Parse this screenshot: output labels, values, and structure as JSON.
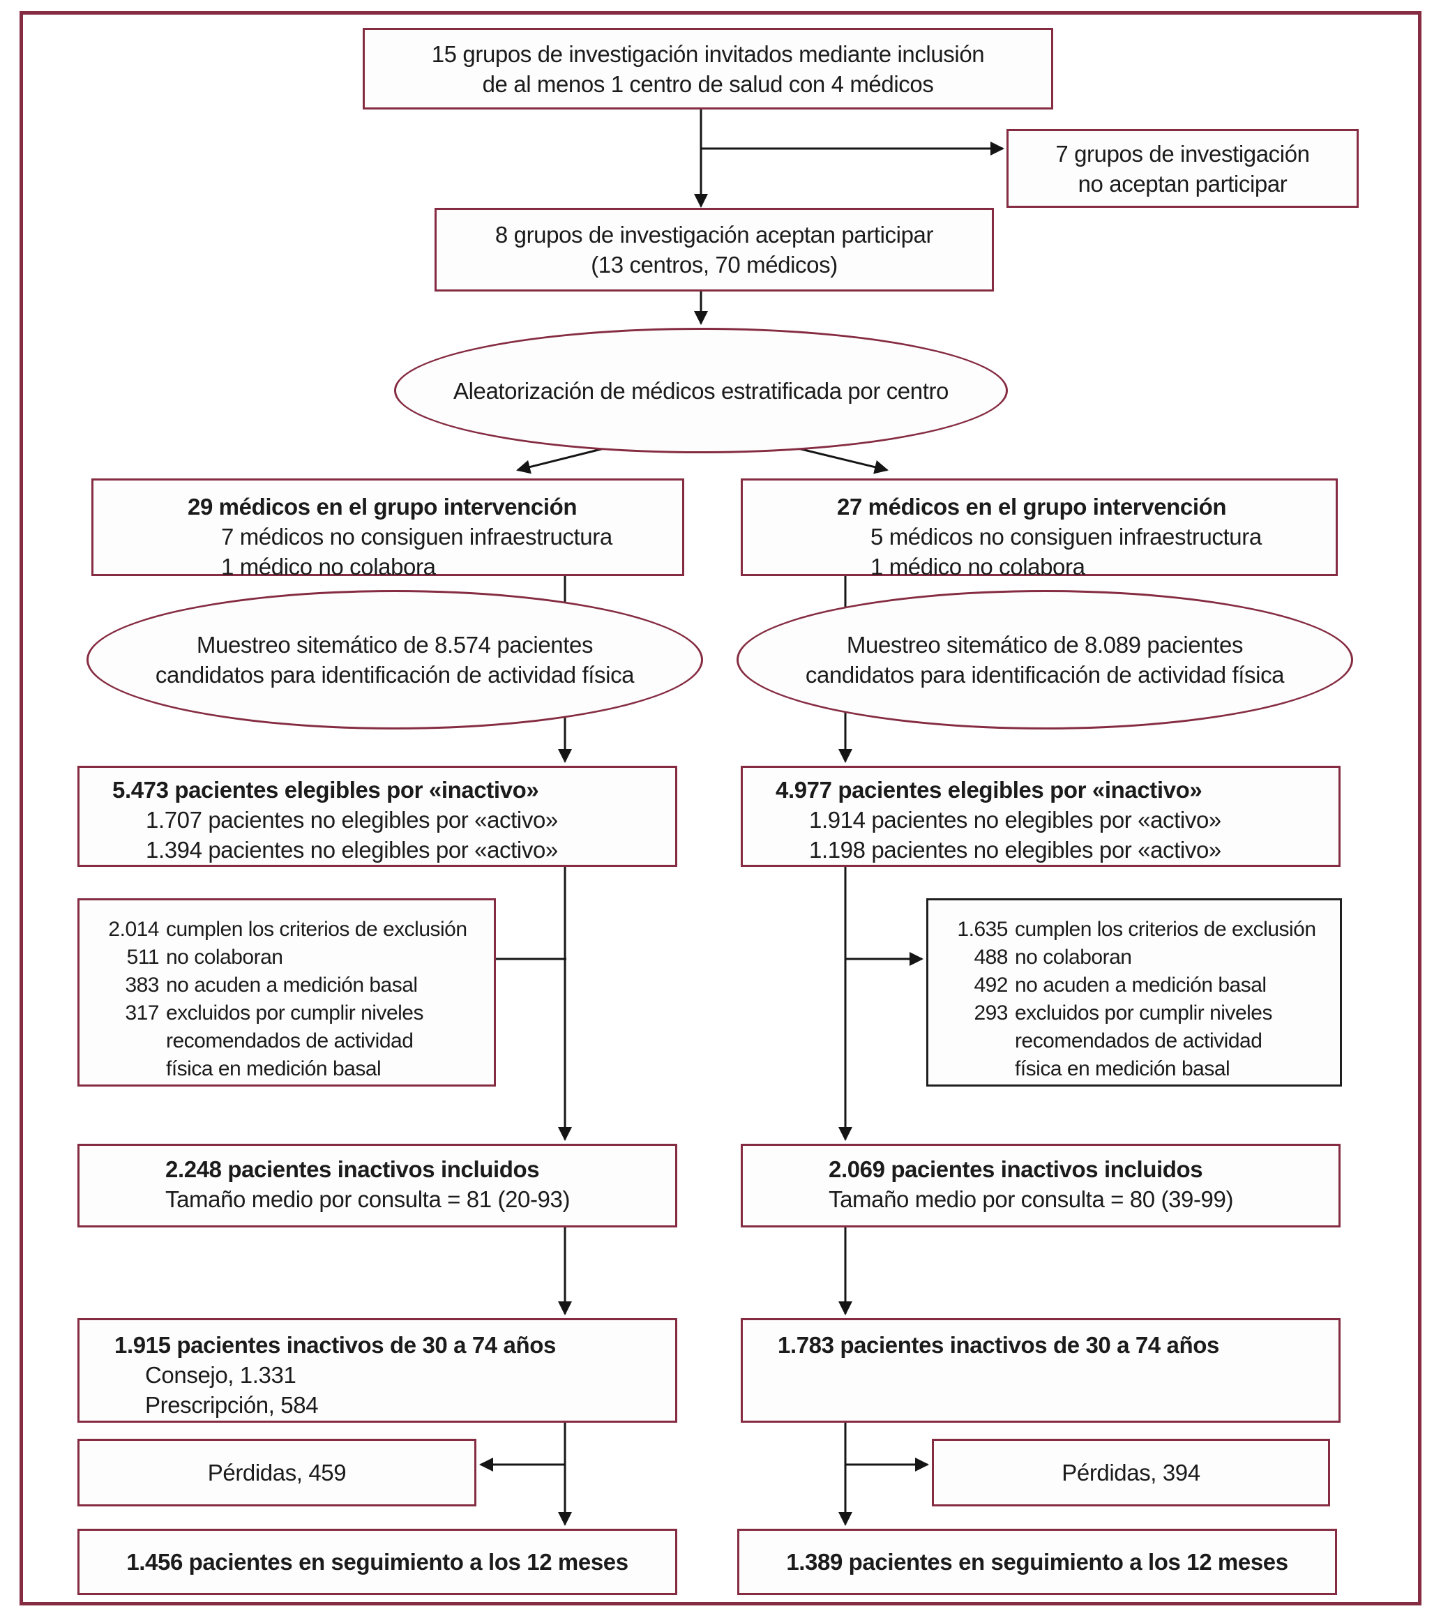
{
  "colors": {
    "accent": "#852c42",
    "line": "#151515",
    "text": "#1b1b1b",
    "black_border": "#1f1f1f",
    "background": "#ffffff"
  },
  "nodes": {
    "invited": {
      "lines": [
        "15 grupos de investigación invitados mediante inclusión",
        "de al menos 1 centro de salud con 4 médicos"
      ]
    },
    "declined": {
      "lines": [
        "7 grupos de investigación",
        "no aceptan participar"
      ]
    },
    "accepted": {
      "lines": [
        "8 grupos de investigación aceptan participar",
        "(13 centros, 70 médicos)"
      ]
    },
    "randomization": {
      "label": "Aleatorización de médicos estratificada por centro"
    },
    "left_group": {
      "title": "29 médicos en el grupo intervención",
      "items": [
        "7 médicos no consiguen infraestructura",
        "1 médico no colabora"
      ]
    },
    "right_group": {
      "title": "27 médicos en el grupo intervención",
      "items": [
        "5 médicos no consiguen infraestructura",
        "1 médico no colabora"
      ]
    },
    "left_sampling": {
      "lines": [
        "Muestreo sitemático de 8.574 pacientes",
        "candidatos para identificación de actividad física"
      ]
    },
    "right_sampling": {
      "lines": [
        "Muestreo sitemático de 8.089 pacientes",
        "candidatos para identificación de actividad física"
      ]
    },
    "left_eligible": {
      "title": "5.473 pacientes elegibles por «inactivo»",
      "items": [
        "1.707 pacientes no elegibles por «activo»",
        "1.394 pacientes no elegibles por «activo»"
      ]
    },
    "right_eligible": {
      "title": "4.977 pacientes elegibles por «inactivo»",
      "items": [
        "1.914 pacientes no elegibles por «activo»",
        "1.198 pacientes no elegibles por «activo»"
      ]
    },
    "left_excluded": {
      "rows": [
        {
          "num": "2.014",
          "text": "cumplen los criterios de exclusión"
        },
        {
          "num": "511",
          "text": "no colaboran"
        },
        {
          "num": "383",
          "text": "no acuden a medición basal"
        },
        {
          "num": "317",
          "text": "excluidos por cumplir niveles"
        },
        {
          "num": "",
          "text": "recomendados de actividad"
        },
        {
          "num": "",
          "text": "física en medición basal"
        }
      ]
    },
    "right_excluded": {
      "rows": [
        {
          "num": "1.635",
          "text": "cumplen los criterios de exclusión"
        },
        {
          "num": "488",
          "text": "no colaboran"
        },
        {
          "num": "492",
          "text": "no acuden a medición basal"
        },
        {
          "num": "293",
          "text": "excluidos por cumplir niveles"
        },
        {
          "num": "",
          "text": "recomendados de actividad"
        },
        {
          "num": "",
          "text": "física en medición basal"
        }
      ]
    },
    "left_included": {
      "title": "2.248 pacientes inactivos incluidos",
      "subtitle": "Tamaño medio por consulta = 81 (20-93)"
    },
    "right_included": {
      "title": "2.069 pacientes inactivos incluidos",
      "subtitle": "Tamaño medio por consulta = 80 (39-99)"
    },
    "left_age": {
      "title": "1.915 pacientes inactivos de 30 a 74 años",
      "items": [
        "Consejo, 1.331",
        "Prescripción, 584"
      ]
    },
    "right_age": {
      "title": "1.783 pacientes inactivos de 30 a 74 años",
      "items": []
    },
    "left_losses": {
      "label": "Pérdidas, 459"
    },
    "right_losses": {
      "label": "Pérdidas, 394"
    },
    "left_followup": {
      "label": "1.456 pacientes en seguimiento a los 12 meses"
    },
    "right_followup": {
      "label": "1.389 pacientes en seguimiento a los 12 meses"
    }
  }
}
